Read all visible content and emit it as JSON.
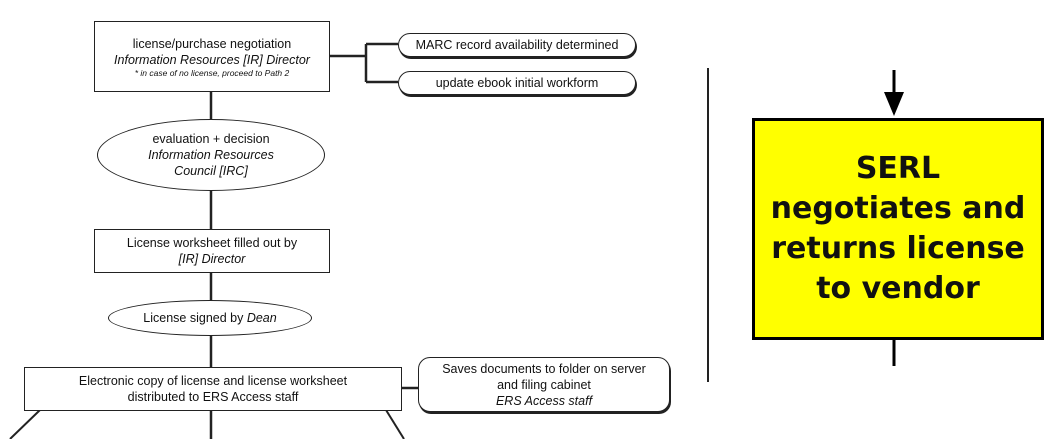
{
  "nodes": {
    "negotiation": {
      "line1": "license/purchase negotiation",
      "line2": "Information Resources [IR] Director",
      "note": "* in case of no license, proceed to Path 2"
    },
    "marc": {
      "label": "MARC record availability determined"
    },
    "workform": {
      "label": "update ebook initial workform"
    },
    "evaluation": {
      "line1": "evaluation + decision",
      "line2": "Information Resources",
      "line3": "Council [IRC]"
    },
    "worksheet": {
      "line1": "License worksheet filled out by",
      "line2": "[IR] Director"
    },
    "signed": {
      "text": "License signed by ",
      "role": "Dean"
    },
    "distribution": {
      "line1": "Electronic copy of license and license worksheet",
      "line2": "distributed to ERS Access staff"
    },
    "saves": {
      "line1": "Saves documents to folder on server",
      "line2": "and filing cabinet",
      "line3": "ERS Access staff"
    },
    "serl": {
      "label": "SERL negotiates and returns license to vendor"
    }
  }
}
